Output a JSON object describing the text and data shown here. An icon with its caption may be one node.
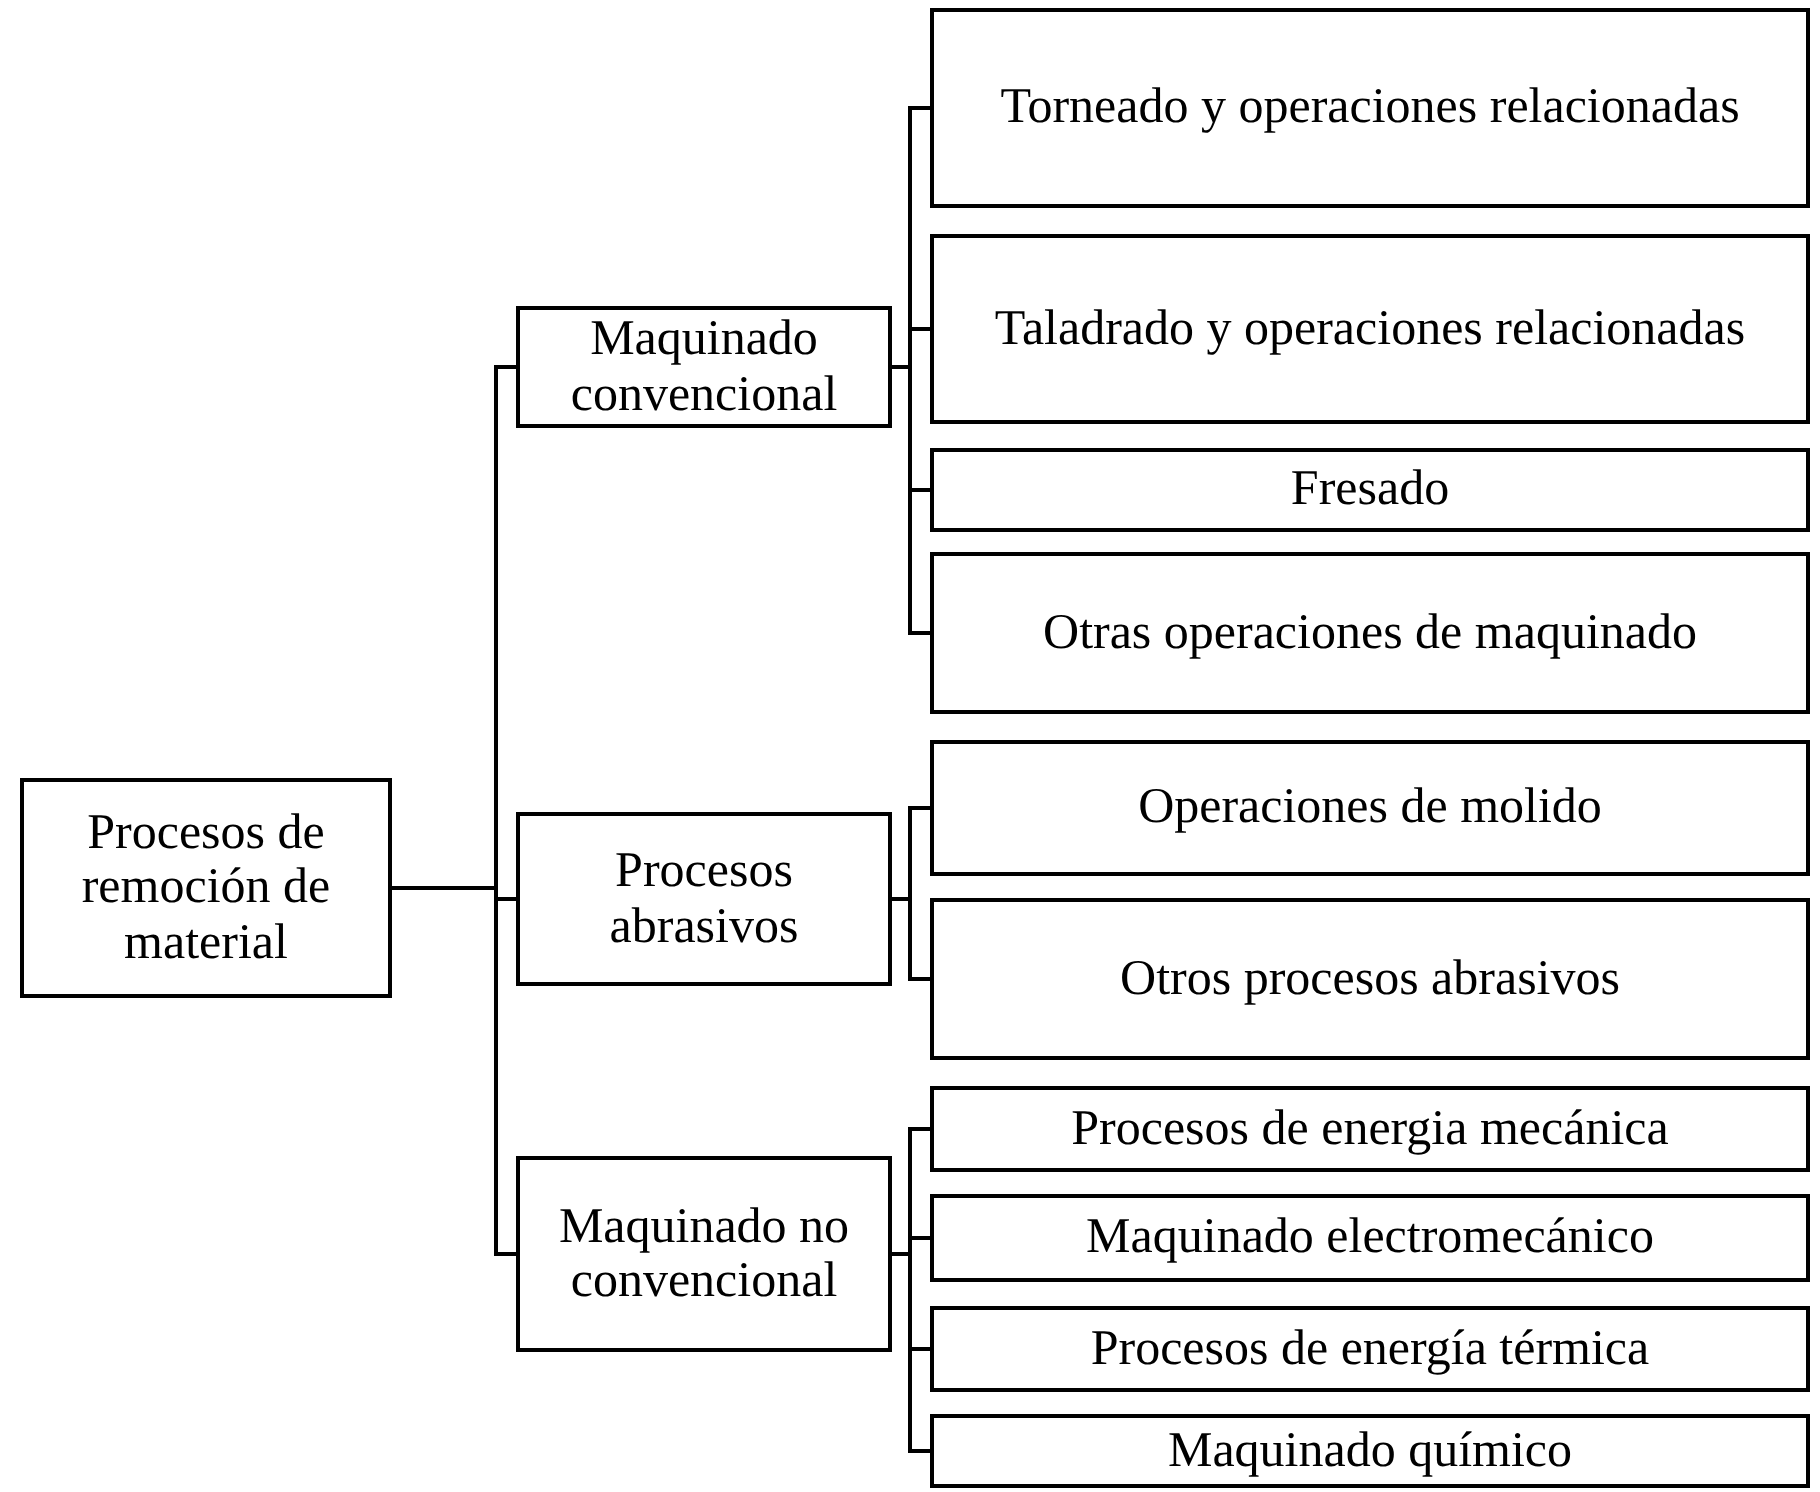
{
  "diagram": {
    "nodes": [
      {
        "text": [
          "Procesos de remoción de material"
        ]
      },
      {
        "text": [
          "Maquinado convencional"
        ]
      },
      {
        "text": [
          "Torneado y operaciones relacionadas"
        ]
      },
      {
        "text": [
          "Taladrado y operaciones relacionadas"
        ]
      },
      {
        "text": [
          "Fresado"
        ]
      },
      {
        "text": [
          "Otras operaciones de maquinado"
        ]
      },
      {
        "text": [
          "Procesos abrasivos"
        ]
      },
      {
        "text": [
          "Operaciones de molido"
        ]
      },
      {
        "text": [
          "Otros procesos abrasivos"
        ]
      },
      {
        "text": [
          "Maquinado no convencional"
        ]
      },
      {
        "text": [
          "Procesos de energia mecánica"
        ]
      },
      {
        "text": [
          "Maquinado electromecánico"
        ]
      },
      {
        "text": [
          "Procesos de energía térmica"
        ]
      },
      {
        "text": [
          "Maquinado químico"
        ]
      }
    ],
    "edges": [
      {
        "from": 0,
        "to": 1,
        "arrow": "none"
      },
      {
        "from": 0,
        "to": 6,
        "arrow": "none"
      },
      {
        "from": 0,
        "to": 9,
        "arrow": "none"
      },
      {
        "from": 1,
        "to": 2,
        "arrow": "none"
      },
      {
        "from": 1,
        "to": 3,
        "arrow": "none"
      },
      {
        "from": 1,
        "to": 4,
        "arrow": "none"
      },
      {
        "from": 1,
        "to": 5,
        "arrow": "none"
      },
      {
        "from": 6,
        "to": 7,
        "arrow": "none"
      },
      {
        "from": 6,
        "to": 8,
        "arrow": "none"
      },
      {
        "from": 9,
        "to": 10,
        "arrow": "none"
      },
      {
        "from": 9,
        "to": 11,
        "arrow": "none"
      },
      {
        "from": 9,
        "to": 12,
        "arrow": "none"
      },
      {
        "from": 9,
        "to": 13,
        "arrow": "none"
      }
    ]
  }
}
